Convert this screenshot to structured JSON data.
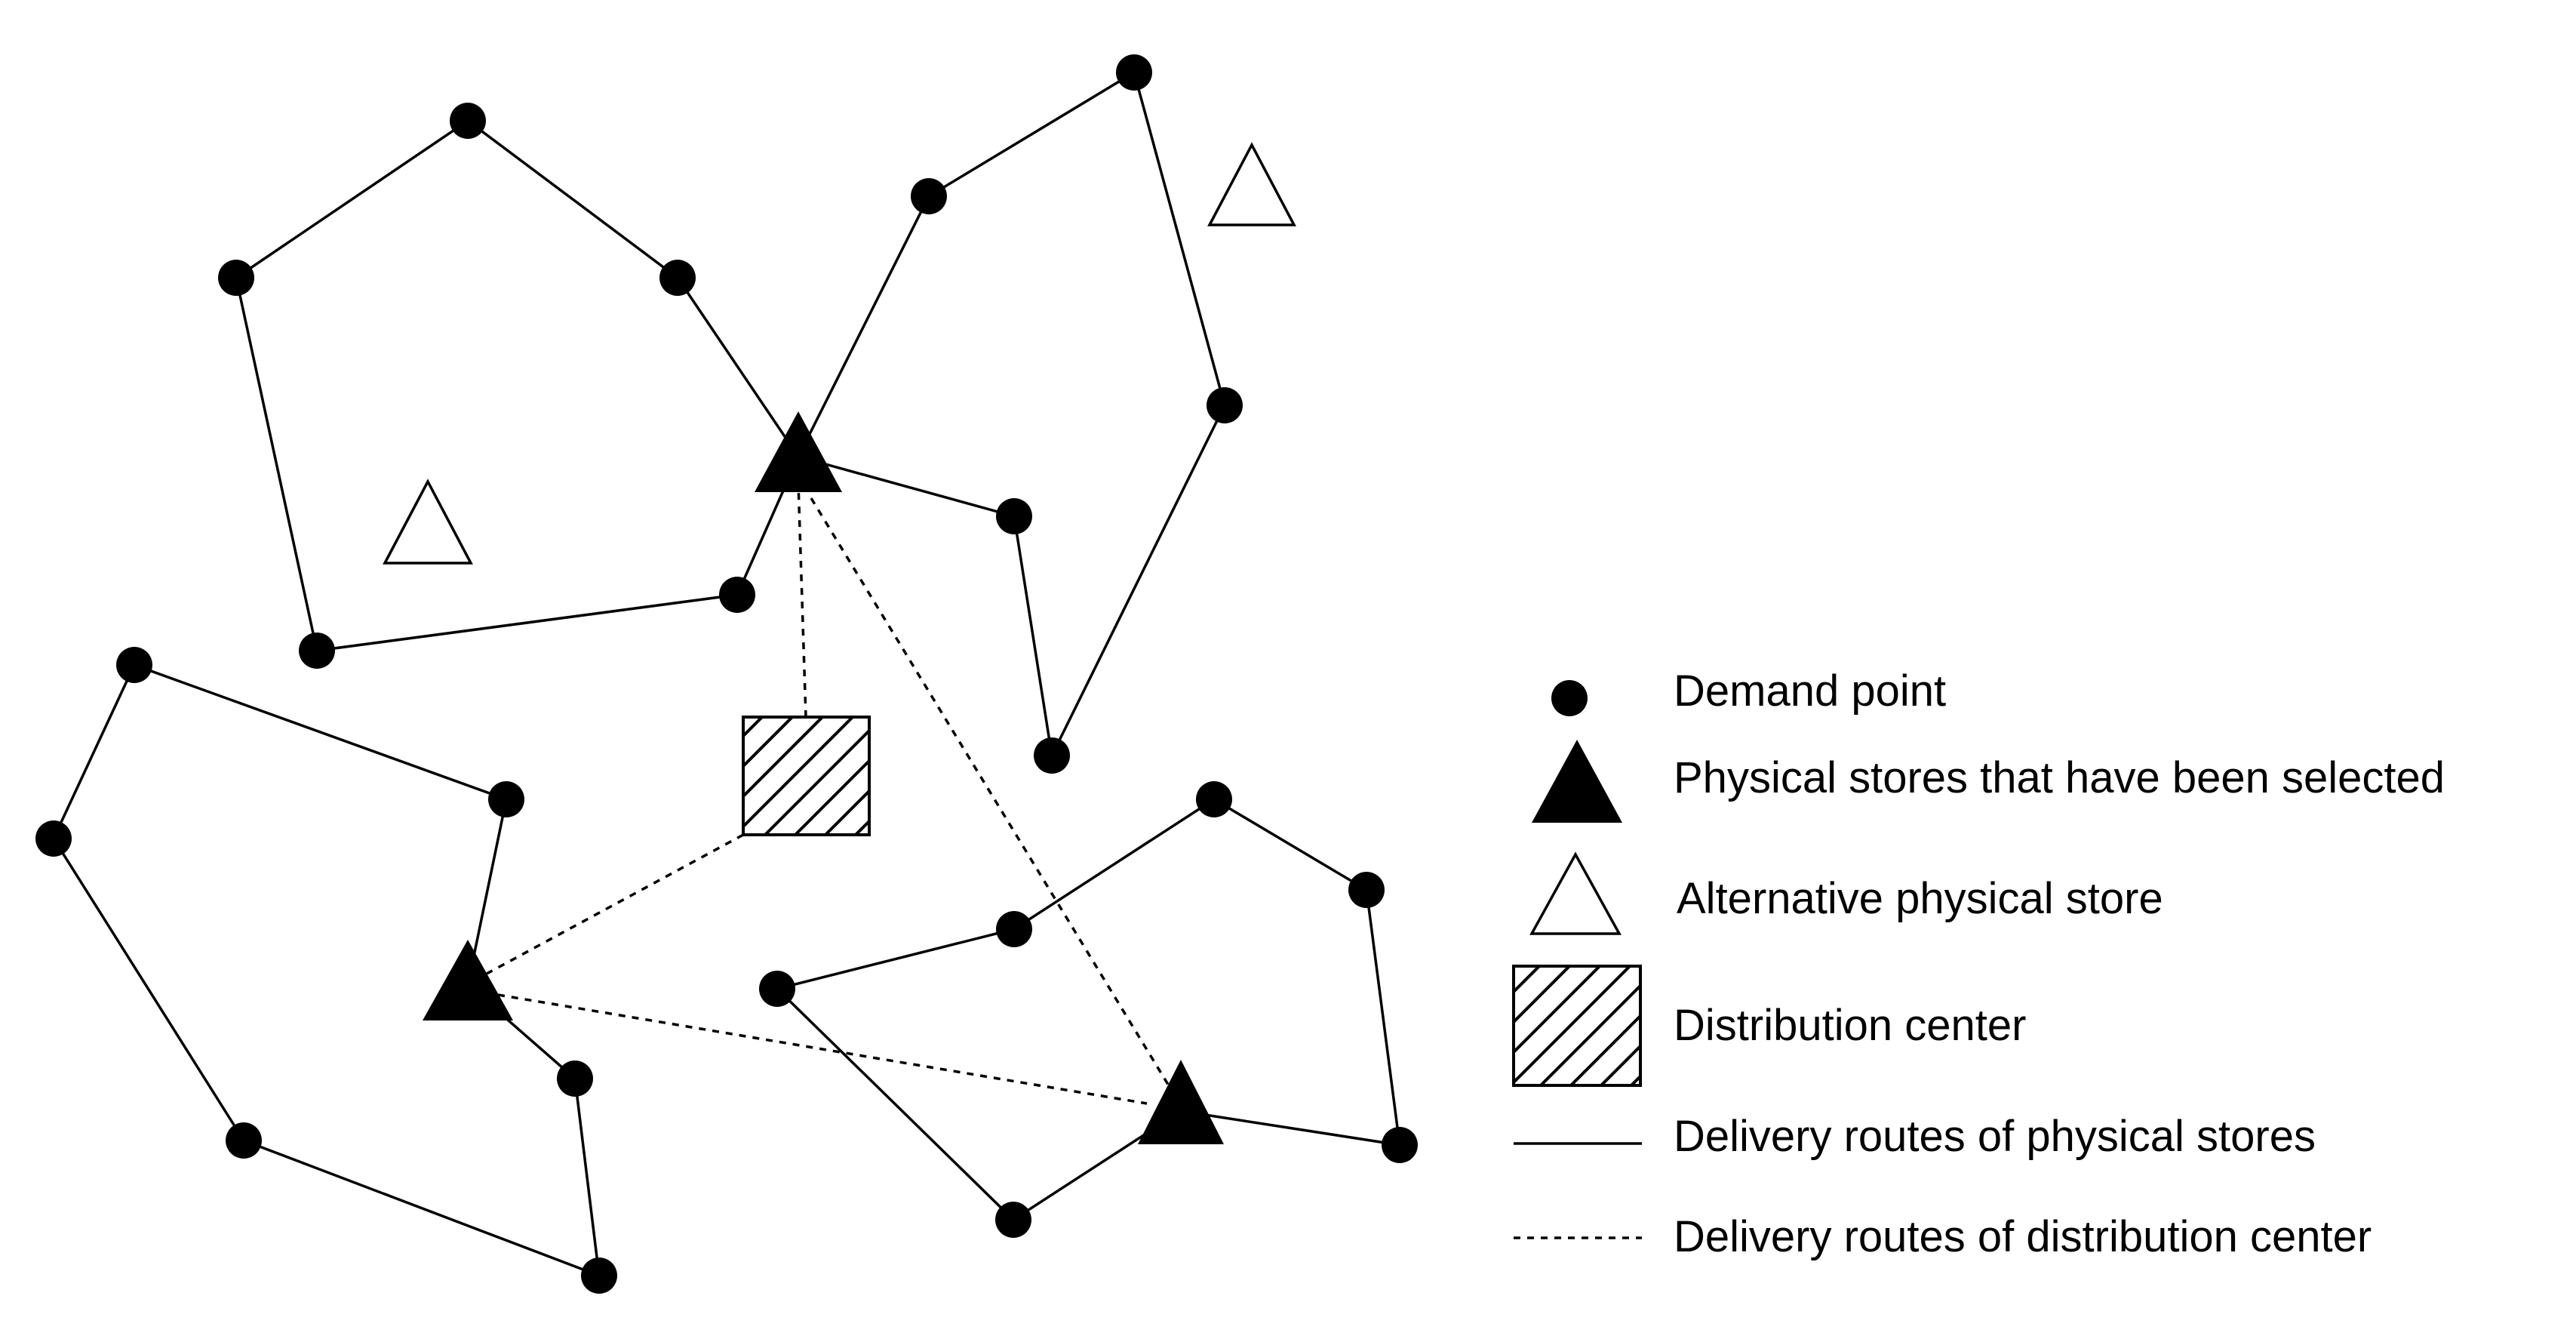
{
  "legend": {
    "demand_point": "Demand point",
    "selected_store": "Physical stores that have been selected",
    "alternative_store": "Alternative physical store",
    "distribution_center": "Distribution center",
    "store_routes": "Delivery routes of physical stores",
    "center_routes": "Delivery routes of distribution center"
  },
  "colors": {
    "ink": "#000000",
    "background": "#ffffff"
  }
}
